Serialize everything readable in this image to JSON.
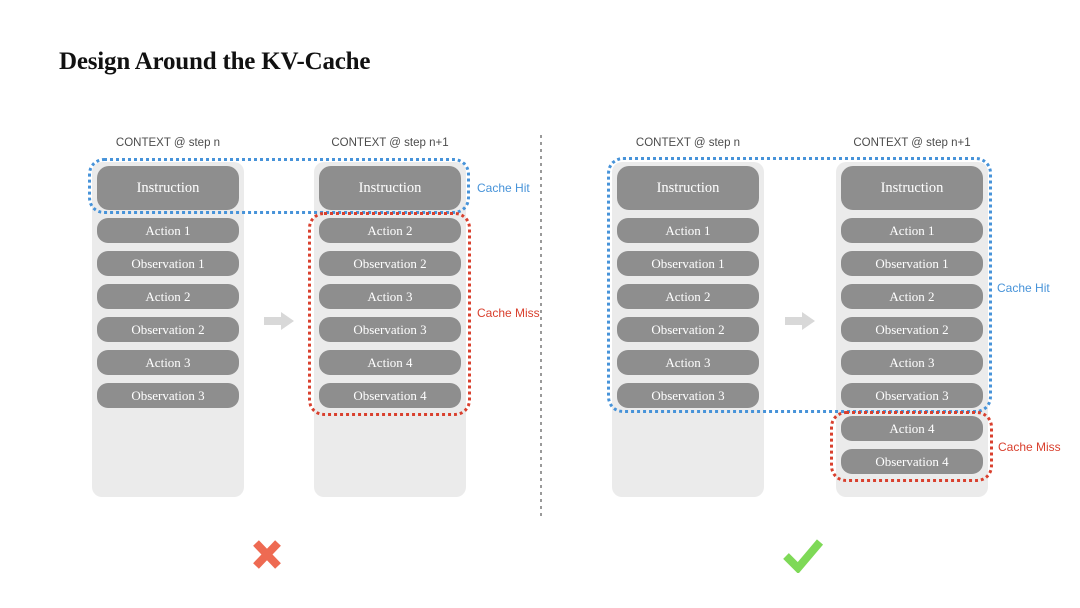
{
  "title": "Design Around the KV-Cache",
  "left_panel": {
    "col1": {
      "header": "CONTEXT @ step n",
      "boxes": [
        "Instruction",
        "Action 1",
        "Observation 1",
        "Action 2",
        "Observation 2",
        "Action 3",
        "Observation 3"
      ]
    },
    "col2": {
      "header": "CONTEXT @ step n+1",
      "boxes": [
        "Instruction",
        "Action 2",
        "Observation 2",
        "Action 3",
        "Observation 3",
        "Action 4",
        "Observation 4"
      ]
    },
    "cache_hit": "Cache Hit",
    "cache_miss": "Cache Miss",
    "verdict": "wrong"
  },
  "right_panel": {
    "col1": {
      "header": "CONTEXT @ step n",
      "boxes": [
        "Instruction",
        "Action 1",
        "Observation 1",
        "Action 2",
        "Observation 2",
        "Action 3",
        "Observation 3"
      ]
    },
    "col2": {
      "header": "CONTEXT @ step n+1",
      "boxes": [
        "Instruction",
        "Action 1",
        "Observation 1",
        "Action 2",
        "Observation 2",
        "Action 3",
        "Observation 3",
        "Action 4",
        "Observation 4"
      ]
    },
    "cache_hit": "Cache Hit",
    "cache_miss": "Cache Miss",
    "verdict": "correct"
  },
  "colors": {
    "cache_hit_blue": "#4793d9",
    "cache_miss_red": "#d9402e",
    "box_gray": "#8e8e8e",
    "container_gray": "#ebebeb",
    "cross_red": "#ee6a52",
    "check_green": "#7ed957",
    "arrow_gray": "#d8d8d8"
  }
}
